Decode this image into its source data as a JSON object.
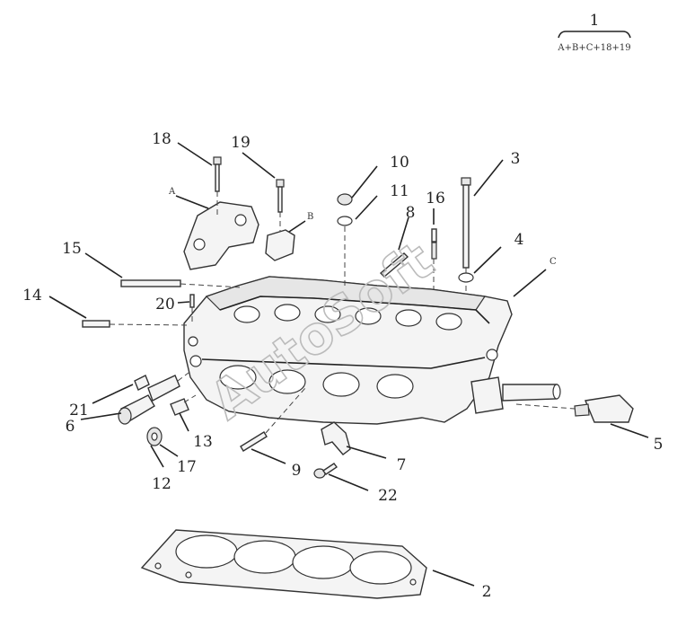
{
  "assembly": {
    "number": "1",
    "composition": "A+B+C+18+19"
  },
  "watermark": "AutoSoft",
  "letters": {
    "A": "A",
    "B": "B",
    "C": "C"
  },
  "callouts": [
    {
      "id": "18",
      "label": "18"
    },
    {
      "id": "19",
      "label": "19"
    },
    {
      "id": "10",
      "label": "10"
    },
    {
      "id": "11",
      "label": "11"
    },
    {
      "id": "3",
      "label": "3"
    },
    {
      "id": "16",
      "label": "16"
    },
    {
      "id": "8",
      "label": "8"
    },
    {
      "id": "4",
      "label": "4"
    },
    {
      "id": "15",
      "label": "15"
    },
    {
      "id": "14",
      "label": "14"
    },
    {
      "id": "20",
      "label": "20"
    },
    {
      "id": "21",
      "label": "21"
    },
    {
      "id": "6",
      "label": "6"
    },
    {
      "id": "13",
      "label": "13"
    },
    {
      "id": "17",
      "label": "17"
    },
    {
      "id": "12",
      "label": "12"
    },
    {
      "id": "9",
      "label": "9"
    },
    {
      "id": "7",
      "label": "7"
    },
    {
      "id": "22",
      "label": "22"
    },
    {
      "id": "5",
      "label": "5"
    },
    {
      "id": "2",
      "label": "2"
    }
  ]
}
